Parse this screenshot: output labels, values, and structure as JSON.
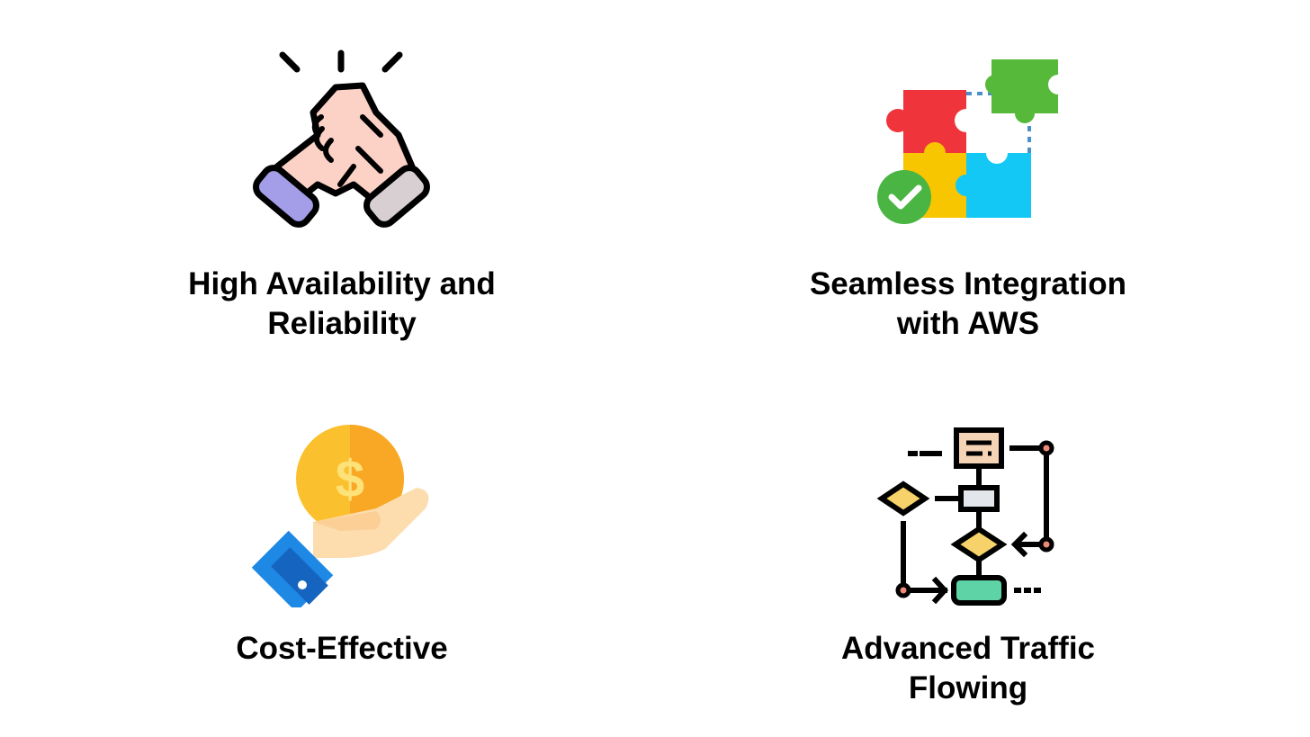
{
  "features": [
    {
      "title_lines": [
        "High Availability and",
        "Reliability"
      ],
      "icon": "handshake-icon"
    },
    {
      "title_lines": [
        "Seamless Integration",
        "with AWS"
      ],
      "icon": "puzzle-icon"
    },
    {
      "title_lines": [
        "Cost-Effective"
      ],
      "icon": "coin-hand-icon"
    },
    {
      "title_lines": [
        "Advanced Traffic",
        "Flowing"
      ],
      "icon": "flowchart-icon"
    }
  ]
}
